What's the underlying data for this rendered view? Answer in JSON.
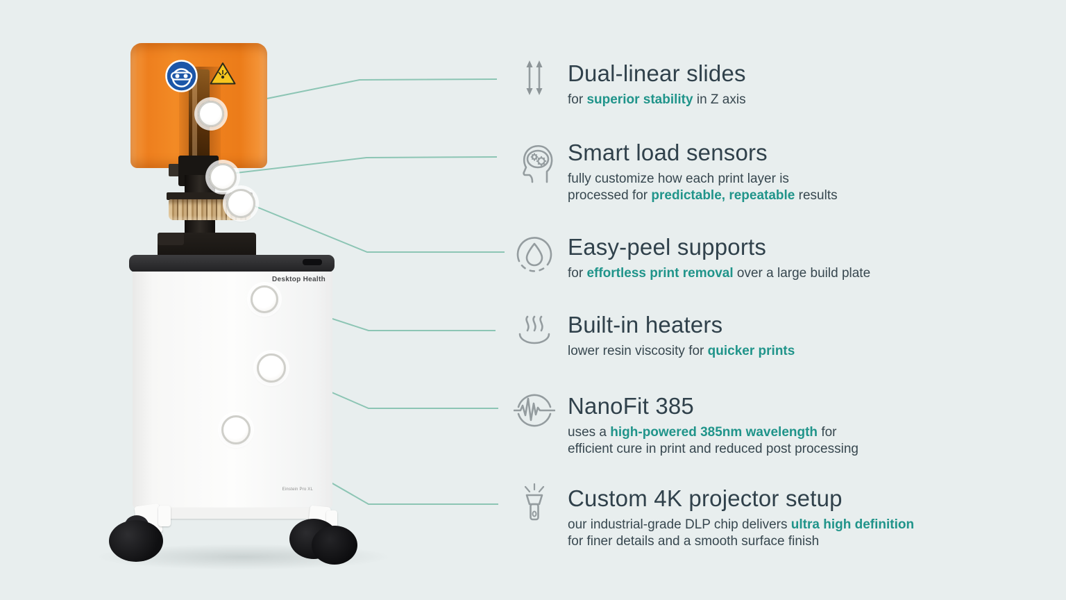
{
  "page": {
    "background": "#e8eeee"
  },
  "colors": {
    "background": "#e8eeee",
    "accent_teal": "#20948a",
    "callout_line": "#8cc5b4",
    "heading_text": "#30414b",
    "body_text": "#37474f",
    "icon_gray": "#949c9f",
    "hood_orange": "#ef831f"
  },
  "printer": {
    "brand": "Desktop Health",
    "model": "Einstein Pro XL",
    "safety_stickers": [
      "eye-protection-sticker",
      "uv-warning-triangle-sticker"
    ]
  },
  "features": [
    {
      "id": "dual-linear-slides",
      "icon": "dual-vertical-arrows-icon",
      "title": "Dual-linear slides",
      "lines": [
        [
          {
            "t": "for "
          },
          {
            "t": "superior stability",
            "b": true
          },
          {
            "t": " in Z axis"
          }
        ]
      ]
    },
    {
      "id": "smart-load-sensors",
      "icon": "head-with-gears-icon",
      "title": "Smart load sensors",
      "lines": [
        [
          {
            "t": "fully customize how each print layer is"
          }
        ],
        [
          {
            "t": "processed for "
          },
          {
            "t": "predictable, repeatable",
            "b": true
          },
          {
            "t": " results"
          }
        ]
      ]
    },
    {
      "id": "easy-peel-supports",
      "icon": "droplet-in-circle-icon",
      "title": "Easy-peel supports",
      "lines": [
        [
          {
            "t": "for "
          },
          {
            "t": "effortless print removal",
            "b": true
          },
          {
            "t": " over a large build plate"
          }
        ]
      ]
    },
    {
      "id": "built-in-heaters",
      "icon": "heat-waves-icon",
      "title": "Built-in heaters",
      "lines": [
        [
          {
            "t": "lower resin viscosity for "
          },
          {
            "t": "quicker prints",
            "b": true
          }
        ]
      ]
    },
    {
      "id": "nanofit-385",
      "icon": "waveform-in-circle-icon",
      "title": "NanoFit 385",
      "lines": [
        [
          {
            "t": "uses a "
          },
          {
            "t": "high-powered 385nm wavelength",
            "b": true
          },
          {
            "t": " for"
          }
        ],
        [
          {
            "t": "efficient cure in print and reduced post processing"
          }
        ]
      ]
    },
    {
      "id": "custom-4k-projector",
      "icon": "flashlight-icon",
      "title": "Custom 4K projector setup",
      "lines": [
        [
          {
            "t": "our industrial-grade DLP chip delivers "
          },
          {
            "t": "ultra high definition",
            "b": true
          }
        ],
        [
          {
            "t": "for finer details and a smooth surface finish"
          }
        ]
      ]
    }
  ]
}
